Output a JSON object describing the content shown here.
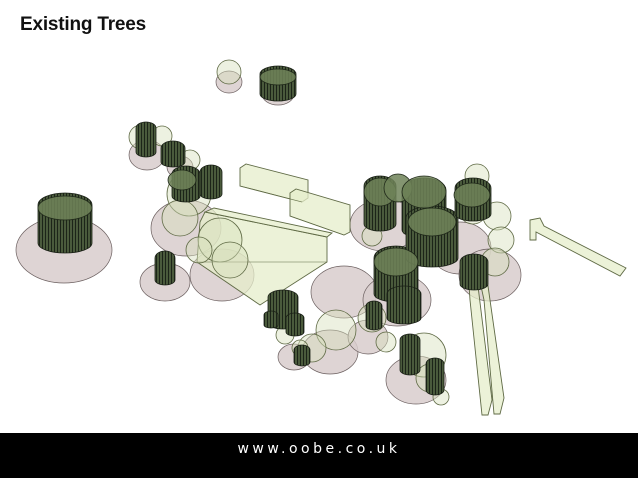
{
  "slide": {
    "title": "Existing Trees",
    "footer_url": "www.oobe.co.uk"
  },
  "colors": {
    "background": "#ffffff",
    "footer_bar": "#000000",
    "canopy_shadow": "#d9cccc",
    "canopy_fill": "#c8d6a8",
    "trunk_dark": "#2f3a28",
    "building_fill": "#e4ecc8"
  },
  "icons": {
    "scene": "isometric-site-model-illustration"
  }
}
